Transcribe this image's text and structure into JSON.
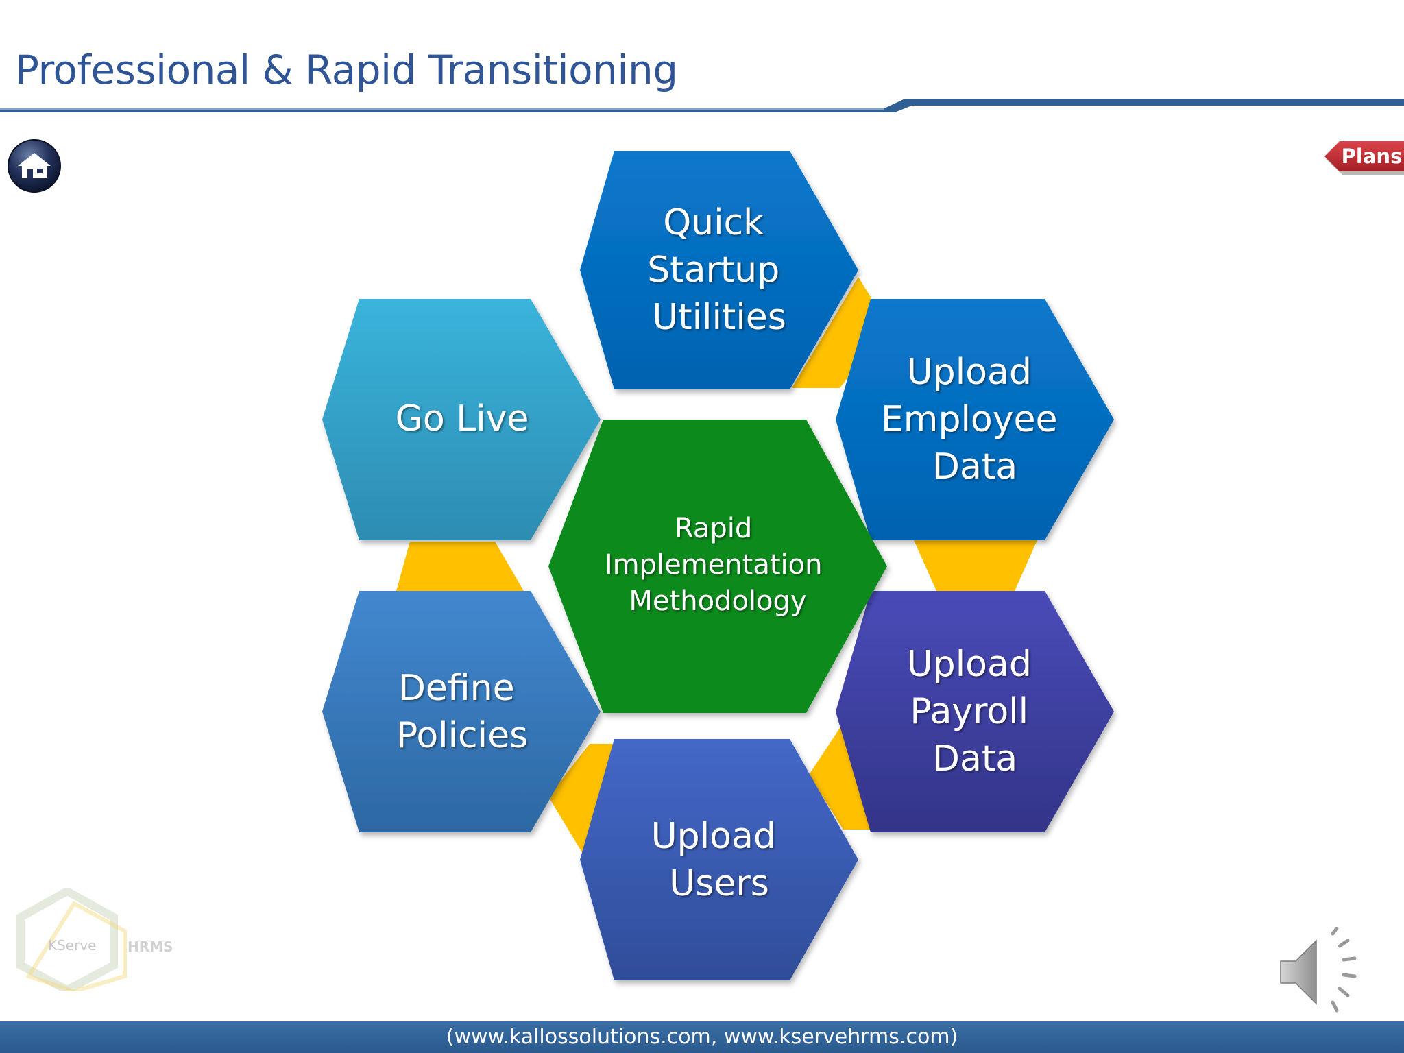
{
  "slide": {
    "title": "Professional & Rapid Transitioning",
    "plans_label": "Plans",
    "footer": "(www.kallossolutions.com, www.kservehrms.com)"
  },
  "diagram": {
    "center": [
      "Rapid",
      "Implementation",
      "Methodology"
    ],
    "steps": [
      {
        "id": "quick-startup",
        "lines": [
          "Quick",
          "Startup",
          "Utilities"
        ]
      },
      {
        "id": "upload-employee",
        "lines": [
          "Upload",
          "Employee",
          "Data"
        ]
      },
      {
        "id": "upload-payroll",
        "lines": [
          "Upload",
          "Payroll",
          "Data"
        ]
      },
      {
        "id": "upload-users",
        "lines": [
          "Upload",
          "Users"
        ]
      },
      {
        "id": "define-policies",
        "lines": [
          "Define",
          "Policies"
        ]
      },
      {
        "id": "go-live",
        "lines": [
          "Go Live"
        ]
      }
    ]
  },
  "logo": {
    "left_text": "KServe",
    "right_text": "HRMS"
  },
  "colors": {
    "title": "#2f5597",
    "connector": "#ffc000",
    "center": "#0a8a1e",
    "quick_startup": "#0070c0",
    "upload_employee": "#0070c0",
    "upload_payroll": "#3a3d9e",
    "upload_users": "#3a5fb5",
    "define_policies": "#3a7bbf",
    "go_live": "#33a5cc",
    "plans": "#c0272d",
    "footer": "#2f5f93"
  },
  "icons": {
    "home": "home-icon",
    "speaker": "speaker-icon"
  }
}
